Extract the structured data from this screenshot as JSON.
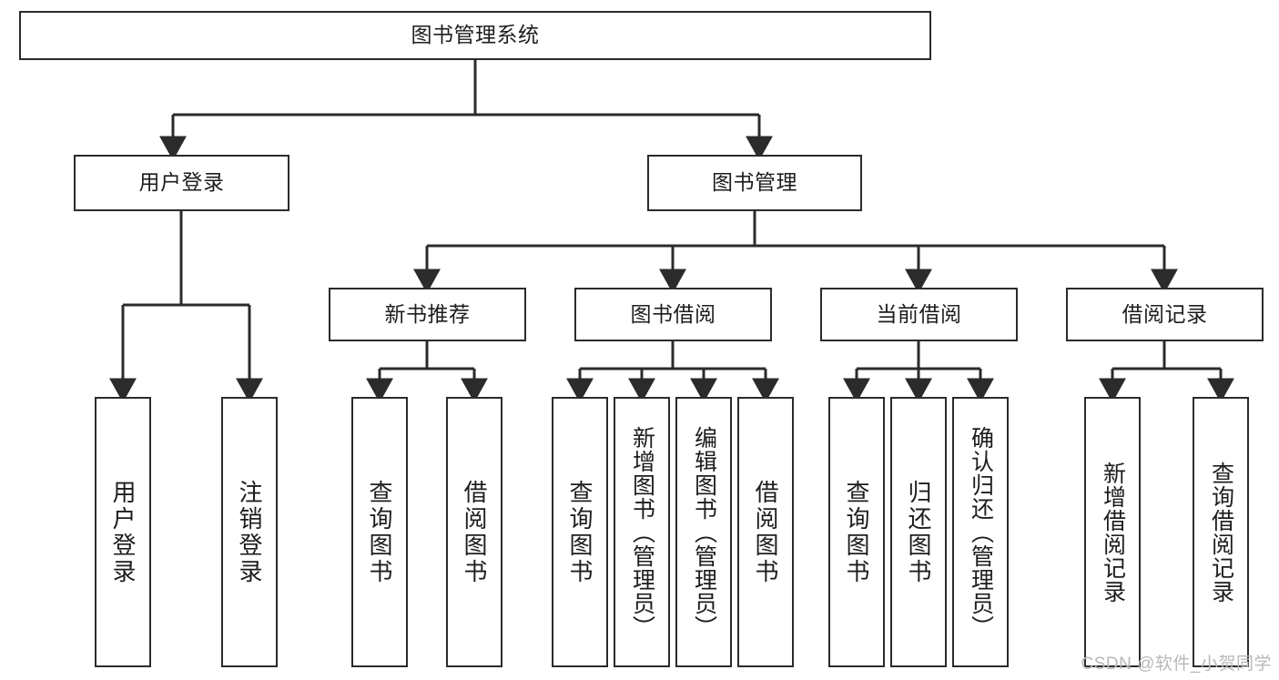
{
  "diagram": {
    "title": "图书管理系统",
    "type": "tree-hierarchy-diagram",
    "colors": {
      "stroke": "#2b2b2b",
      "fill": "#ffffff",
      "text": "#1d1d1d",
      "watermark": "#b8b8b8"
    },
    "root": {
      "label": "图书管理系统"
    },
    "level2": [
      {
        "label": "用户登录"
      },
      {
        "label": "图书管理"
      }
    ],
    "level3": [
      {
        "label": "新书推荐"
      },
      {
        "label": "图书借阅"
      },
      {
        "label": "当前借阅"
      },
      {
        "label": "借阅记录"
      }
    ],
    "leaves": {
      "user_login": [
        {
          "label": "用户登录"
        },
        {
          "label": "注销登录"
        }
      ],
      "new_book_recommend": [
        {
          "label": "查询图书"
        },
        {
          "label": "借阅图书"
        }
      ],
      "book_borrow": [
        {
          "label": "查询图书"
        },
        {
          "label": "新增图书（管理员）"
        },
        {
          "label": "编辑图书（管理员）"
        },
        {
          "label": "借阅图书"
        }
      ],
      "current_borrow": [
        {
          "label": "查询图书"
        },
        {
          "label": "归还图书"
        },
        {
          "label": "确认归还（管理员）"
        }
      ],
      "borrow_record": [
        {
          "label": "新增借阅记录"
        },
        {
          "label": "查询借阅记录"
        }
      ]
    }
  },
  "watermark": {
    "text": "CSDN @软件_小贺同学"
  }
}
